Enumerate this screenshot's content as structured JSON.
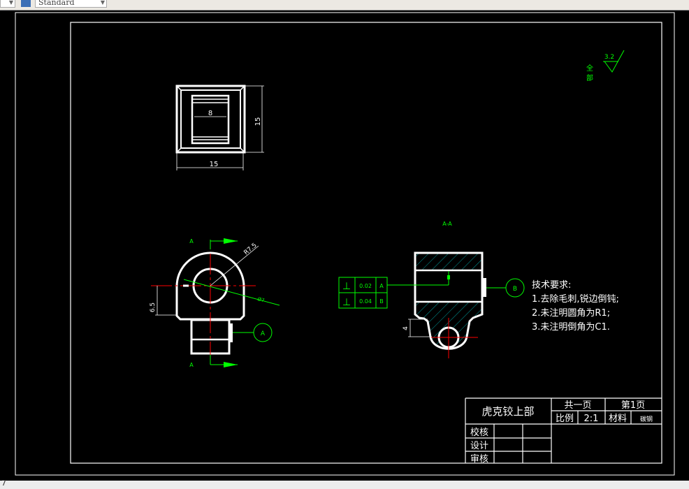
{
  "toolbar": {
    "style_combo": "Standard",
    "style_icon": "text-style-icon"
  },
  "statusbar": {
    "text": "7"
  },
  "colors": {
    "outline": "#ffffff",
    "annotation": "#00ff00",
    "centerline": "#ff0000",
    "hatch": "#00c8c8"
  },
  "drawing": {
    "top_view": {
      "dim_inner": "8",
      "dim_height": "15",
      "dim_width": "15"
    },
    "front_view": {
      "section_mark_top": "A",
      "section_mark_bottom": "A",
      "dim_radius": "R7.5",
      "dim_hole": "Ø7",
      "dim_offset": "6.5",
      "datum": "A"
    },
    "section_view": {
      "label": "A-A",
      "dim_lug": "4",
      "datum": "B"
    },
    "tolerance": {
      "rows": [
        {
          "symbol": "⊥",
          "value": "0.02",
          "datum": "A"
        },
        {
          "symbol": "⊥",
          "value": "0.04",
          "datum": "B"
        }
      ]
    },
    "roughness": {
      "value": "3.2",
      "note_line1": "全",
      "note_line2": "部"
    },
    "tech_requirements": {
      "title": "技术要求:",
      "items": [
        "1.去除毛刺,锐边倒钝;",
        "2.未注明圆角为R1;",
        "3.未注明倒角为C1."
      ]
    }
  },
  "title_block": {
    "part_name": "虎克铰上部",
    "total_pages": "共一页",
    "page": "第1页",
    "scale_label": "比例",
    "scale": "2:1",
    "material_label": "材料",
    "material": "碳钢",
    "rows": [
      "校核",
      "设计",
      "审核"
    ]
  }
}
